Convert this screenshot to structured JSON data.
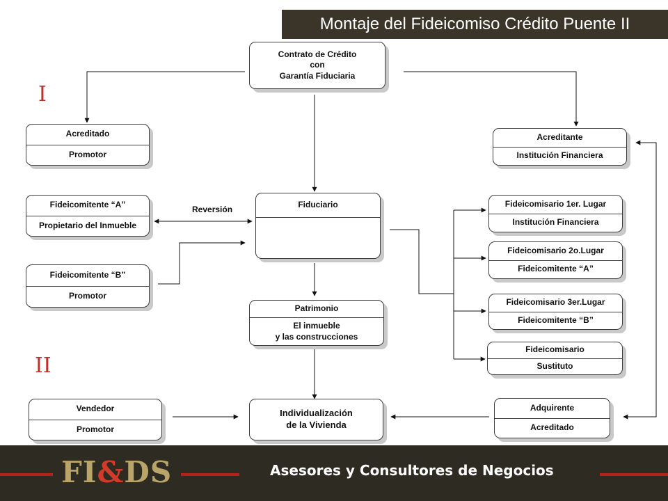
{
  "header": {
    "title": "Montaje del Fideicomiso Crédito Puente II"
  },
  "markers": {
    "section_one": "I",
    "section_two": "II"
  },
  "nodes": {
    "contrato": {
      "lines": "Contrato de Crédito\ncon\nGarantía Fiduciaria"
    },
    "acreditado": {
      "top": "Acreditado",
      "bottom": "Promotor"
    },
    "acreditante": {
      "top": "Acreditante",
      "bottom": "Institución Financiera"
    },
    "fideicomitente_a": {
      "top": "Fideicomitente “A”",
      "bottom": "Propietario del Inmueble"
    },
    "fideicomitente_b": {
      "top": "Fideicomitente “B”",
      "bottom": "Promotor"
    },
    "fiduciario": {
      "top": "Fiduciario"
    },
    "patrimonio": {
      "top": "Patrimonio",
      "bottom": "El inmueble\ny las construcciones"
    },
    "fideicomisario_1": {
      "top": "Fideicomisario 1er. Lugar",
      "bottom": "Institución Financiera"
    },
    "fideicomisario_2": {
      "top": "Fideicomisario 2o.Lugar",
      "bottom": "Fideicomitente “A”"
    },
    "fideicomisario_3": {
      "top": "Fideicomisario 3er.Lugar",
      "bottom": "Fideicomitente “B”"
    },
    "fideicomisario_s": {
      "top": "Fideicomisario",
      "bottom": "Sustituto"
    },
    "vendedor": {
      "top": "Vendedor",
      "bottom": "Promotor"
    },
    "individualizacion": {
      "lines": "Individualización\nde la Vivienda"
    },
    "adquirente": {
      "top": "Adquirente",
      "bottom": "Acreditado"
    }
  },
  "edge_labels": {
    "reversion": "Reversión"
  },
  "footer": {
    "logo_left": "FI",
    "logo_amp": "&",
    "logo_right": "DS",
    "tagline": "Asesores y Consultores de Negocios"
  },
  "colors": {
    "title_bg": "#3a3528",
    "footer_bg": "#2d2b22",
    "accent_red": "#b8201a",
    "logo_gold": "#b9a46a",
    "marker_red": "#c0302a"
  }
}
